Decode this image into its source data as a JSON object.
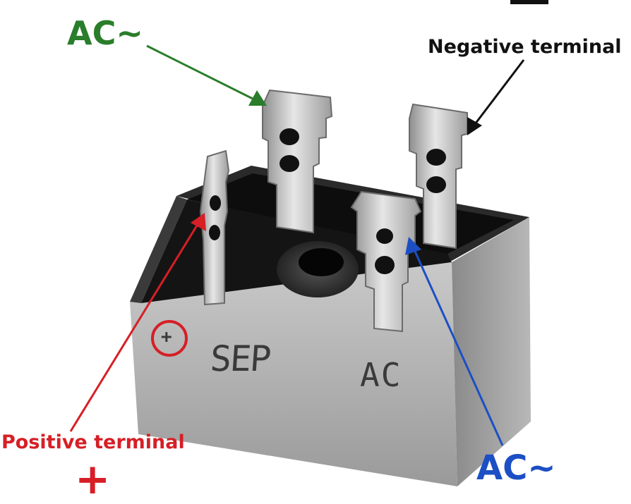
{
  "labels": {
    "ac_top": "AC~",
    "negative_terminal": "Negative terminal",
    "positive_terminal": "Positive terminal",
    "positive_symbol": "+",
    "ac_bottom": "AC~"
  },
  "body_markings": {
    "brand": "SEP",
    "ac": "AC",
    "plus": "+"
  },
  "colors": {
    "ac_top": "#2a7d2a",
    "negative": "#111111",
    "positive": "#d61f26",
    "ac_bottom": "#1c4fc4"
  }
}
